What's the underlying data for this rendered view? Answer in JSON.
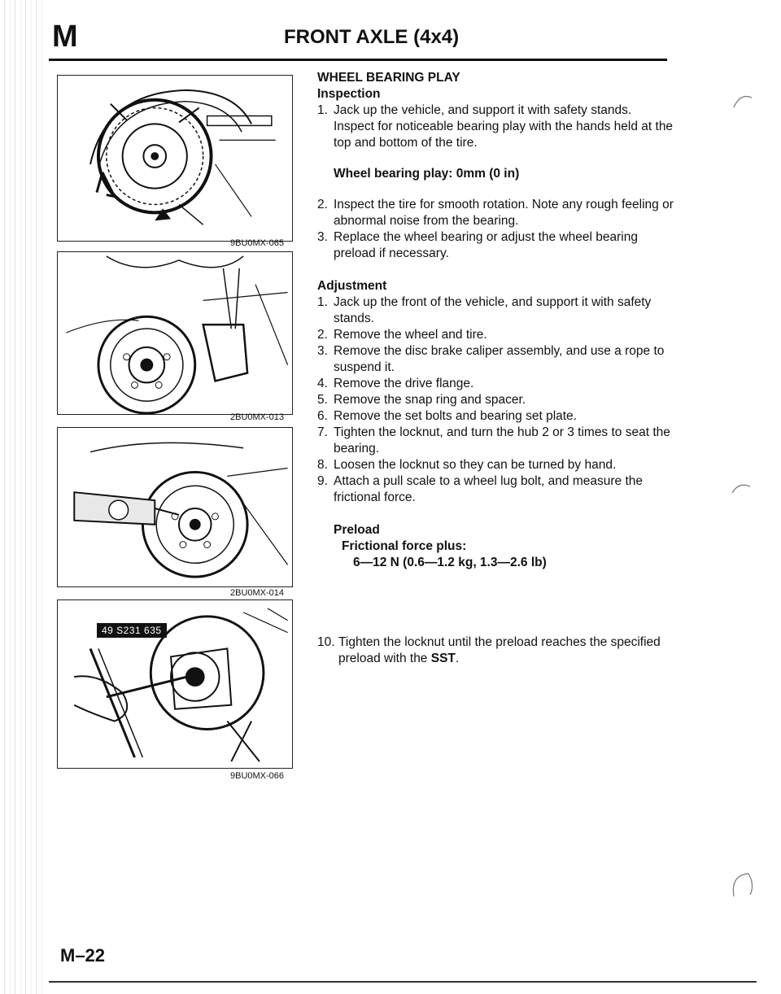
{
  "header": {
    "section_letter": "M",
    "title": "FRONT AXLE (4x4)"
  },
  "figures": [
    {
      "code": "9BU0MX-065"
    },
    {
      "code": "2BU0MX-013"
    },
    {
      "code": "2BU0MX-014"
    },
    {
      "code": "9BU0MX-066",
      "tag": "49 S231 635"
    }
  ],
  "content": {
    "section_heading": "WHEEL BEARING PLAY",
    "inspection": {
      "heading": "Inspection",
      "steps": [
        {
          "num": "1.",
          "text": "Jack up the vehicle, and support it with safety stands. Inspect for noticeable bearing play with the hands held at the top and bottom of the tire."
        },
        {
          "num": "2.",
          "text": "Inspect the tire for smooth rotation. Note any rough feeling or abnormal noise from the bearing."
        },
        {
          "num": "3.",
          "text": "Replace the wheel bearing or adjust the wheel bearing preload if necessary."
        }
      ],
      "spec": "Wheel bearing play: 0mm (0 in)"
    },
    "adjustment": {
      "heading": "Adjustment",
      "steps": [
        {
          "num": "1.",
          "text": "Jack up the front of the vehicle, and support it with safety stands."
        },
        {
          "num": "2.",
          "text": "Remove the wheel and tire."
        },
        {
          "num": "3.",
          "text": "Remove the disc brake caliper assembly, and use a rope to suspend it."
        },
        {
          "num": "4.",
          "text": "Remove the drive flange."
        },
        {
          "num": "5.",
          "text": "Remove the snap ring and spacer."
        },
        {
          "num": "6.",
          "text": "Remove the set bolts and bearing set plate."
        },
        {
          "num": "7.",
          "text": "Tighten the locknut, and turn the hub 2 or 3 times to seat the bearing."
        },
        {
          "num": "8.",
          "text": "Loosen the locknut so they can be turned by hand."
        },
        {
          "num": "9.",
          "text": "Attach a pull scale to a wheel lug bolt, and measure the frictional force."
        }
      ],
      "preload": {
        "heading": "Preload",
        "label": "Frictional force plus:",
        "value": "6—12 N (0.6—1.2 kg, 1.3—2.6 lb)"
      },
      "step10": {
        "num": "10.",
        "text_before": "Tighten the locknut until the preload reaches the specified preload with the ",
        "sst": "SST",
        "text_after": "."
      }
    }
  },
  "footer": {
    "page_number": "M–22"
  }
}
